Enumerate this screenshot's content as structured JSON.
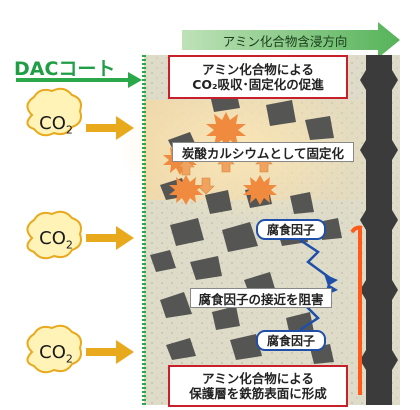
{
  "header": {
    "direction_label": "アミン化合物含浸方向"
  },
  "coating": {
    "label": "DACコート"
  },
  "co2_bubbles": [
    {
      "main": "CO",
      "sub": "2"
    },
    {
      "main": "CO",
      "sub": "2"
    },
    {
      "main": "CO",
      "sub": "2"
    }
  ],
  "boxes": {
    "top_line1": "アミン化合物による",
    "top_line2": "CO₂吸収･固定化の促進",
    "calcium": "炭酸カルシウムとして固定化",
    "corrosion_factor_1": "腐食因子",
    "block_approach": "腐食因子の接近を阻害",
    "corrosion_factor_2": "腐食因子",
    "bottom_line1": "アミン化合物による",
    "bottom_line2": "保護層を鉄筋表面に形成"
  },
  "colors": {
    "coat_green": "#2aa84a",
    "box_red": "#c8202a",
    "box_blue": "#1f4fa8",
    "arrow_orange": "#e9a91d",
    "rebar_dark": "#3b3b3b",
    "protective_layer": "#ff5a1a"
  }
}
